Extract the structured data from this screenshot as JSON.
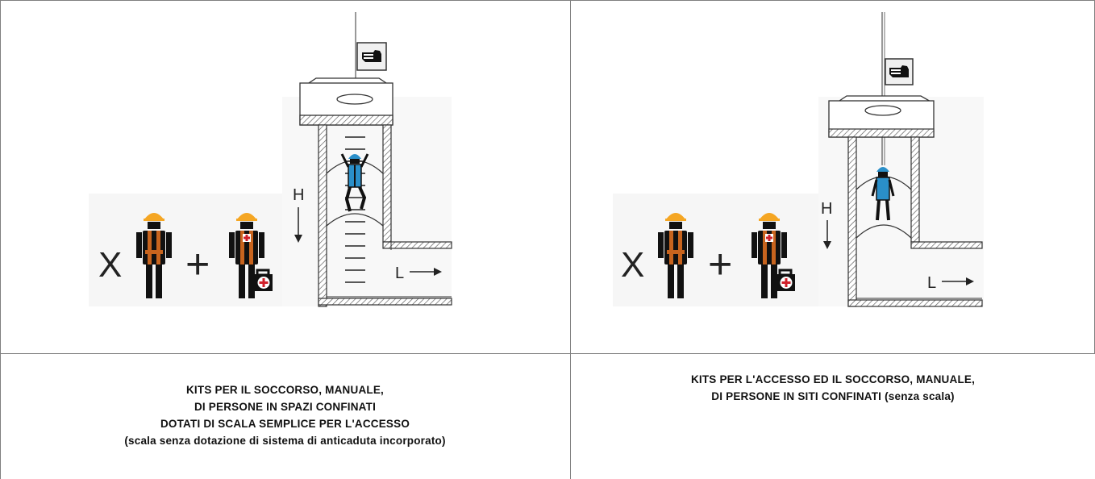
{
  "panels": [
    {
      "labels": {
        "multiplier": "X",
        "plus": "+",
        "height": "H",
        "length": "L"
      },
      "caption": [
        "KITS PER IL SOCCORSO, MANUALE,",
        "DI PERSONE IN SPAZI CONFINATI",
        "DOTATI DI SCALA SEMPLICE PER L'ACCESSO",
        "(scala senza dotazione di sistema di anticaduta incorporato)"
      ]
    },
    {
      "labels": {
        "multiplier": "X",
        "plus": "+",
        "height": "H",
        "length": "L"
      },
      "caption": [
        "KITS PER L'ACCESSO ED IL SOCCORSO, MANUALE,",
        "DI PERSONE IN SITI CONFINATI (senza scala)"
      ]
    }
  ],
  "colors": {
    "grid": "#808080",
    "helmet": "#f5a623",
    "harness": "#c8641e",
    "worker_blue": "#2a8fc9",
    "medical_red": "#d0202a"
  },
  "icons": [
    "hand-sign-icon",
    "first-aid-kit-icon",
    "worker-harness-icon",
    "worker-rescuer-icon",
    "worker-ladder-icon",
    "worker-rope-icon"
  ]
}
